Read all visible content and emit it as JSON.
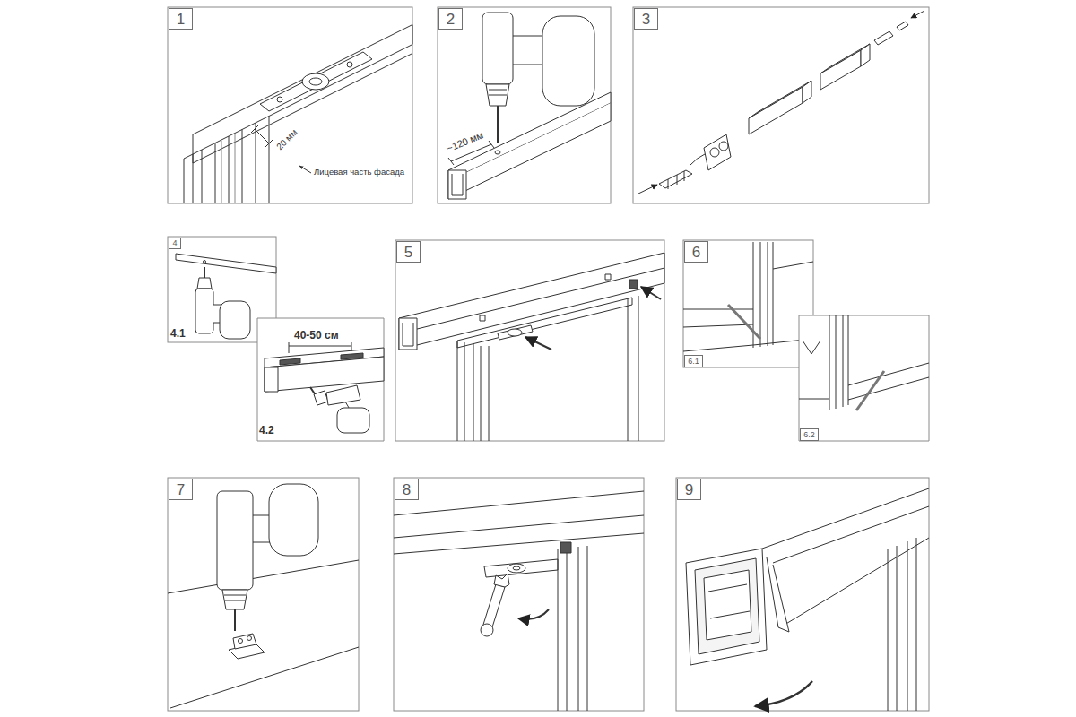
{
  "diagram": {
    "nodes": [
      {
        "text": [
          "1"
        ]
      },
      {
        "text": [
          "2"
        ]
      },
      {
        "text": [
          "3"
        ]
      },
      {
        "text": [
          "4"
        ]
      },
      {
        "text": [
          "5"
        ]
      },
      {
        "text": [
          "6"
        ]
      },
      {
        "text": [
          "6.1"
        ]
      },
      {
        "text": [
          "6.2"
        ]
      },
      {
        "text": [
          "7"
        ]
      },
      {
        "text": [
          "8"
        ]
      },
      {
        "text": [
          "9"
        ]
      }
    ],
    "labels": [
      "20 мм",
      "Лицевая часть фасада",
      "~120 мм",
      "4.1",
      "40-50 см",
      "4.2"
    ]
  }
}
